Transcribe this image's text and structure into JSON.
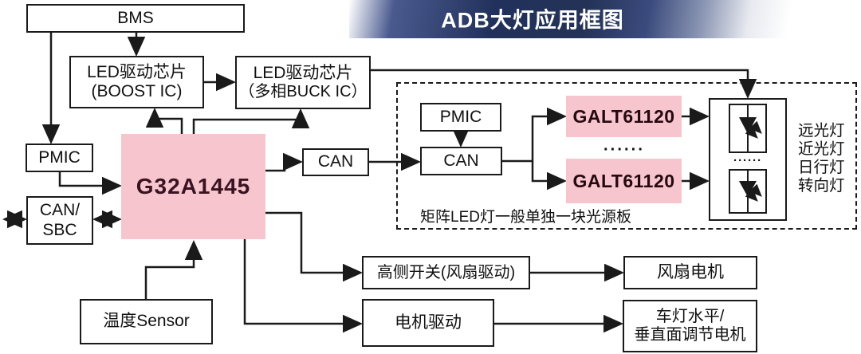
{
  "banner": {
    "title": "ADB大灯应用框图"
  },
  "colors": {
    "chip_pink": "#f6c5cd",
    "chip_text_dark": "#3a1322",
    "line_black": "#1a1a1a",
    "banner_navy": "#243257"
  },
  "nodes": {
    "bms": "BMS",
    "led_boost_line1": "LED驱动芯片",
    "led_boost_line2": "(BOOST IC)",
    "led_buck_line1": "LED驱动芯片",
    "led_buck_line2": "（多相BUCK IC）",
    "pmic_left": "PMIC",
    "can_sbc_line1": "CAN/",
    "can_sbc_line2": "SBC",
    "mcu": "G32A1445",
    "temp_sensor": "温度Sensor",
    "can_mid": "CAN",
    "pmic_inner": "PMIC",
    "can_inner": "CAN",
    "galt_top": "GALT61120",
    "galt_bottom": "GALT61120",
    "galt_dots": "······",
    "led_dots": "······",
    "high_side_switch": "高侧开关(风扇驱动)",
    "motor_drive": "电机驱动",
    "fan_motor": "风扇电机",
    "headlamp_adjust_line1": "车灯水平/",
    "headlamp_adjust_line2": "垂直面调节电机"
  },
  "dashed_region_note": "矩阵LED灯一般单独一块光源板",
  "lamps": {
    "items": [
      "远光灯",
      "近光灯",
      "日行灯",
      "转向灯"
    ]
  }
}
